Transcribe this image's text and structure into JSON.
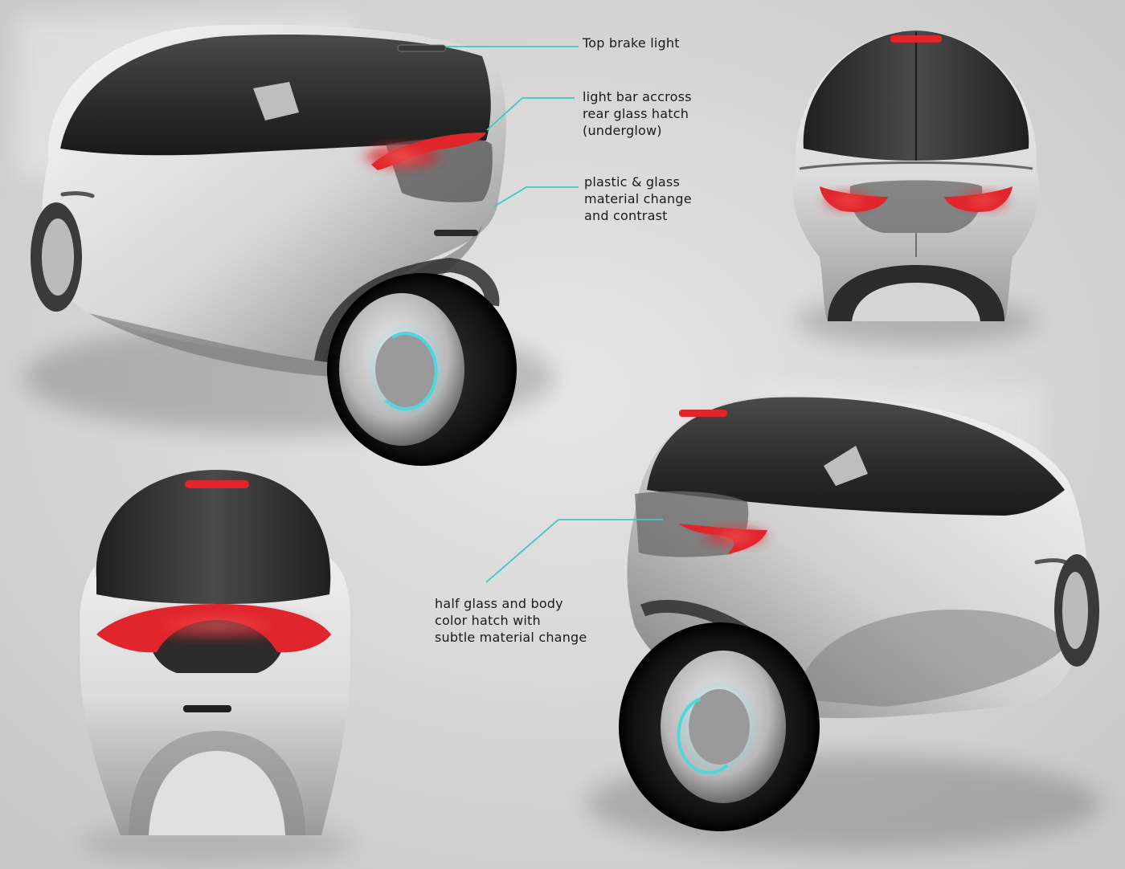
{
  "annotations": {
    "top_brake_light": "Top brake light",
    "light_bar": "light bar accross\nrear glass hatch\n(underglow)",
    "material_change": "plastic & glass\nmaterial change\nand contrast",
    "half_glass": "half glass and body\ncolor hatch with\nsubtle material change"
  },
  "colors": {
    "background": "#d9d9d9",
    "leader_line": "#3ec9c0",
    "tail_light": "#e0262c",
    "hub_glow": "#4fd6e0",
    "glass": "#2b2b2b"
  },
  "views": [
    "rear-three-quarter-left-view",
    "rear-view-top-right",
    "rear-view-bottom-left",
    "rear-three-quarter-right-view"
  ]
}
